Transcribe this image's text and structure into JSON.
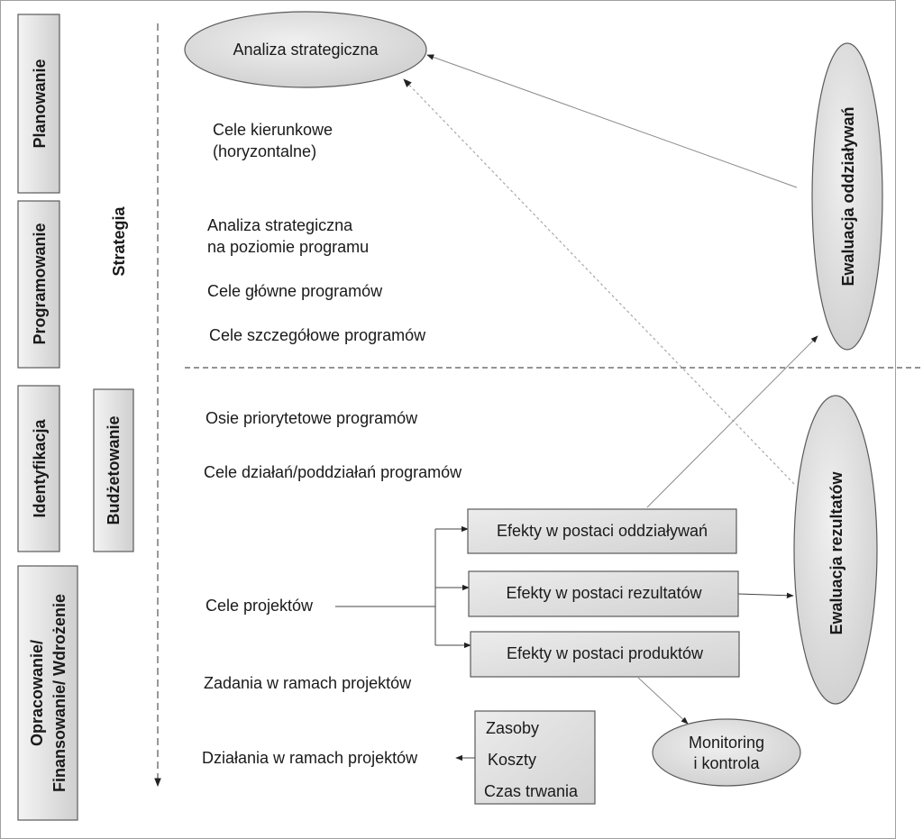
{
  "phases": {
    "planowanie": "Planowanie",
    "programowanie": "Programowanie",
    "identyfikacja": "Identyfikacja",
    "opracowanie_line1": "Opracowanie/",
    "opracowanie_line2": "Finansowanie/ Wdrożenie"
  },
  "side_labels": {
    "strategia": "Strategia",
    "budzetowanie": "Budżetowanie"
  },
  "top_ellipse": "Analiza strategiczna",
  "levels": {
    "cele_kierunkowe_line1": "Cele kierunkowe",
    "cele_kierunkowe_line2": "(horyzontalne)",
    "analiza_programu_line1": "Analiza strategiczna",
    "analiza_programu_line2": "na poziomie programu",
    "cele_glowne": "Cele główne programów",
    "cele_szczegolowe": "Cele szczegółowe programów",
    "osie_priorytetowe": "Osie priorytetowe programów",
    "cele_dzialan": "Cele działań/poddziałań programów",
    "cele_projektow": "Cele projektów",
    "zadania": "Zadania w ramach projektów",
    "dzialania": "Działania w ramach projektów"
  },
  "effects": {
    "oddzialywan": "Efekty w postaci oddziaływań",
    "rezultatow": "Efekty w postaci rezultatów",
    "produktow": "Efekty w postaci produktów"
  },
  "resources": {
    "zasoby": "Zasoby",
    "koszty": "Koszty",
    "czas": "Czas trwania"
  },
  "monitoring_line1": "Monitoring",
  "monitoring_line2": "i kontrola",
  "evaluation": {
    "oddzialywan": "Ewaluacja oddziaływań",
    "rezultatow": "Ewaluacja rezultatów"
  }
}
